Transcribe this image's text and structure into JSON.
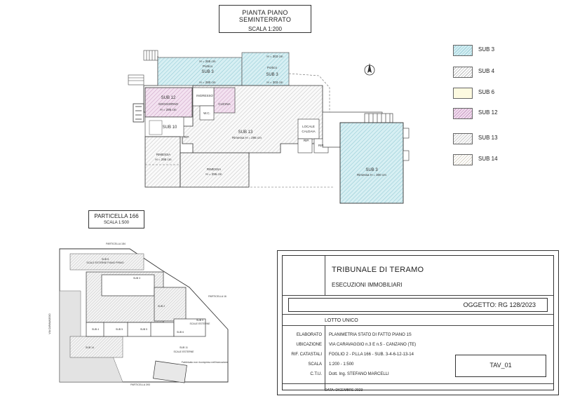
{
  "plan_title": "PIANTA PIANO SEMINTERRATO",
  "plan_scale": "SCALA 1:200",
  "legend": [
    {
      "label": "SUB 3",
      "color": "#bfe4ea"
    },
    {
      "label": "SUB 4",
      "color": "#dcdcdc"
    },
    {
      "label": "SUB 6",
      "color": "#fdfae0"
    },
    {
      "label": "SUB 12",
      "color": "#e4c6e0"
    },
    {
      "label": "SUB 13",
      "color": "#e6e6e6"
    },
    {
      "label": "SUB 14",
      "color": "#e8e3d6"
    }
  ],
  "rooms": {
    "portico_a": "Portico",
    "sub3_a": "SUB 3",
    "h_a": "H = 265 cm",
    "h_b": "H = 280 cm",
    "portico_b": "Portico",
    "sub3_b": "SUB 3",
    "h_c": "H = 303 cm",
    "h_d": "H = 303 cm",
    "sub12": "SUB 12",
    "soggiorno": "SOGGIORNO",
    "h_sub12": "H = 295 cm",
    "ingresso": "INGRESSO",
    "cucina": "CUCINA",
    "wc": "W.C.",
    "sub10": "SUB 10",
    "rip1": "RIP.",
    "sub13": "SUB 13",
    "sub13_h": "Rimessa H = 295 cm",
    "locale": "LOCALE",
    "caldaia": "CALDAIA",
    "rip2": "RIP.",
    "rip3": "RIP.",
    "rimessa1": "RIMESSA",
    "rimessa1_h": "H = 295 cm",
    "rimessa2": "RIMESSA",
    "rimessa2_h": "H = 295 cm",
    "sub3_c": "SUB 3",
    "sub3_c_h": "Rimessa H = 300 cm"
  },
  "particella": {
    "title": "PARTICELLA 166",
    "scale": "SCALA 1:500"
  },
  "site": {
    "p184": "PARTICELLA 184",
    "p16": "PARTICELLA 16",
    "p393": "PARTICELLA 393",
    "road": "VIA CARAVAGGIO",
    "sub8": "SUB 8",
    "sub8_note": "SCALE ESTERNE PIANO PRIMO",
    "sub3_site": "SUB 3",
    "sub2": "SUB 2",
    "sub4": "SUB 4",
    "sub5a": "SUB 5",
    "sub5b": "SUB 5",
    "sub6": "SUB 6",
    "sub9": "SUB 9",
    "sub9_note": "SCALE ESTERNE",
    "sub14": "SUB 14",
    "sub11": "SUB 11",
    "sub11_note": "SCALE ESTERNE",
    "build_note": "Fabbricato non ricompreso nell'esecuzione"
  },
  "cartiglio": {
    "tribunale": "TRIBUNALE DI TERAMO",
    "esecuzioni": "ESECUZIONI IMMOBILIARI",
    "oggetto": "OGGETTO: RG 128/2023",
    "lotto": "LOTTO UNICO",
    "rows": [
      {
        "label": "ELABORATO",
        "value": "PLANIMETRIA STATO DI FATTO PIANO 1S"
      },
      {
        "label": "UBICAZIONE",
        "value": "VIA CARAVAGGIO n.3 E n.5 - CANZANO (TE)"
      },
      {
        "label": "RIF. CATASTALI",
        "value": "FOGLIO 2 - P.LLA 166 - SUB. 3-4-6-12-13-14"
      },
      {
        "label": "SCALA",
        "value": "1:200 - 1:500"
      },
      {
        "label": "C.T.U.",
        "value": "Dott. Ing. STEFANO MARCELLI"
      }
    ],
    "tav": "TAV_01",
    "data": "DATA: DICEMBRE 2023"
  }
}
